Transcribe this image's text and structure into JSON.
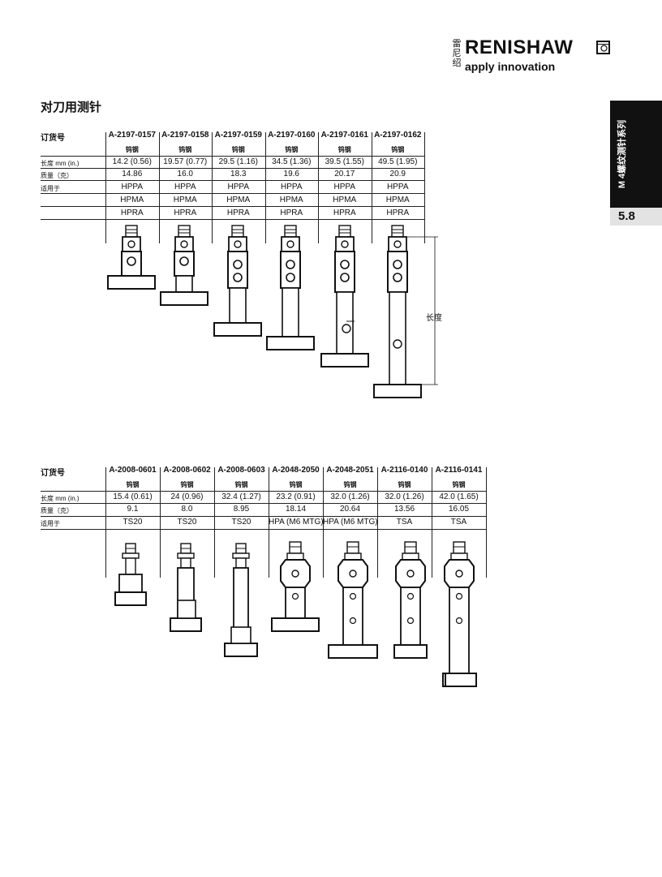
{
  "header": {
    "logo_cn": "雷尼绍",
    "brand": "RENISHAW",
    "tagline": "apply innovation"
  },
  "page_title": "对刀用测针",
  "side_tab": {
    "label": "M 4螺纹测针系列",
    "page_number": "5.8"
  },
  "table1": {
    "order_label": "订货号",
    "row_labels": [
      "长度 mm (in.)",
      "质量（克）",
      "适用于"
    ],
    "columns": [
      {
        "part": "A-2197-0157",
        "material": "钨钢",
        "length": "14.2 (0.56)",
        "mass": "14.86",
        "fits": [
          "HPPA",
          "HPMA",
          "HPRA"
        ]
      },
      {
        "part": "A-2197-0158",
        "material": "钨钢",
        "length": "19.57 (0.77)",
        "mass": "16.0",
        "fits": [
          "HPPA",
          "HPMA",
          "HPRA"
        ]
      },
      {
        "part": "A-2197-0159",
        "material": "钨钢",
        "length": "29.5 (1.16)",
        "mass": "18.3",
        "fits": [
          "HPPA",
          "HPMA",
          "HPRA"
        ]
      },
      {
        "part": "A-2197-0160",
        "material": "钨钢",
        "length": "34.5 (1.36)",
        "mass": "19.6",
        "fits": [
          "HPPA",
          "HPMA",
          "HPRA"
        ]
      },
      {
        "part": "A-2197-0161",
        "material": "钨钢",
        "length": "39.5 (1.55)",
        "mass": "20.17",
        "fits": [
          "HPPA",
          "HPMA",
          "HPRA"
        ]
      },
      {
        "part": "A-2197-0162",
        "material": "钨钢",
        "length": "49.5 (1.95)",
        "mass": "20.9",
        "fits": [
          "HPPA",
          "HPMA",
          "HPRA"
        ]
      }
    ],
    "dimension_label": "长度"
  },
  "table2": {
    "order_label": "订货号",
    "row_labels": [
      "长度 mm (in.)",
      "质量（克）",
      "适用于"
    ],
    "columns": [
      {
        "part": "A-2008-0601",
        "material": "钨钢",
        "length": "15.4 (0.61)",
        "mass": "9.1",
        "fits": "TS20"
      },
      {
        "part": "A-2008-0602",
        "material": "钨钢",
        "length": "24 (0.96)",
        "mass": "8.0",
        "fits": "TS20"
      },
      {
        "part": "A-2008-0603",
        "material": "钨钢",
        "length": "32.4 (1.27)",
        "mass": "8.95",
        "fits": "TS20"
      },
      {
        "part": "A-2048-2050",
        "material": "钨钢",
        "length": "23.2 (0.91)",
        "mass": "18.14",
        "fits": "HPA (M6 MTG)"
      },
      {
        "part": "A-2048-2051",
        "material": "钨钢",
        "length": "32.0 (1.26)",
        "mass": "20.64",
        "fits": "HPA (M6 MTG)"
      },
      {
        "part": "A-2116-0140",
        "material": "钨钢",
        "length": "32.0 (1.26)",
        "mass": "13.56",
        "fits": "TSA"
      },
      {
        "part": "A-2116-0141",
        "material": "钨钢",
        "length": "42.0 (1.65)",
        "mass": "16.05",
        "fits": "TSA"
      }
    ]
  }
}
